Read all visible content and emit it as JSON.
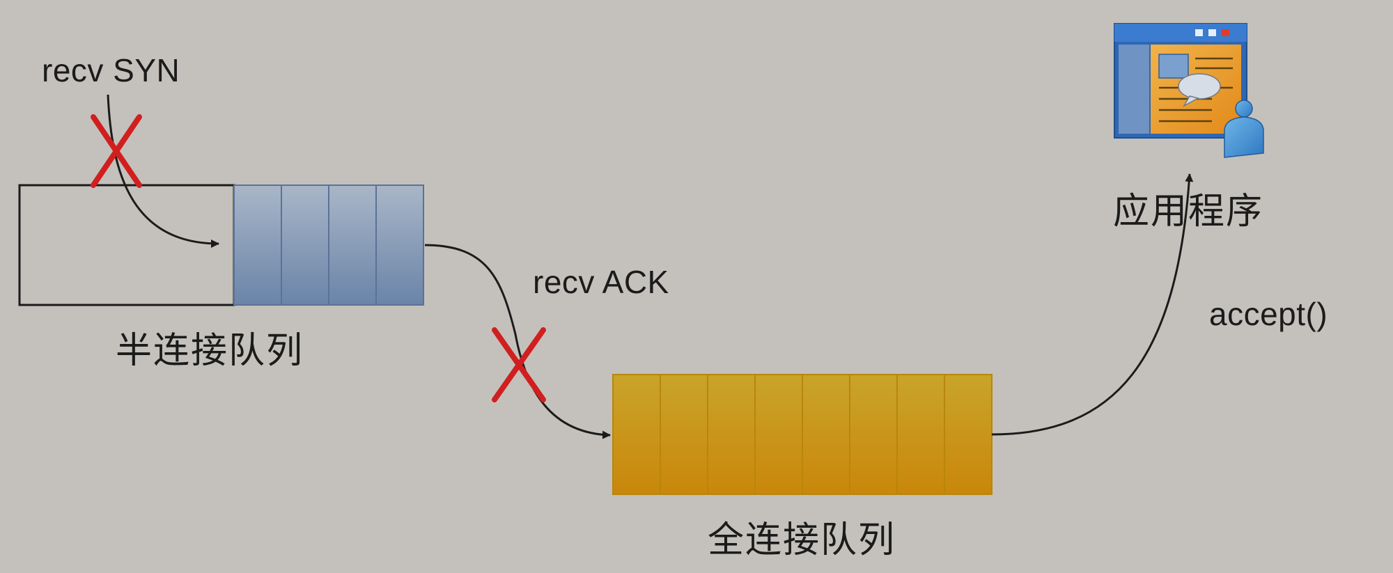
{
  "labels": {
    "recv_syn": "recv SYN",
    "recv_ack": "recv ACK",
    "half_queue": "半连接队列",
    "full_queue": "全连接队列",
    "application": "应用程序",
    "accept_call": "accept()"
  },
  "half_queue": {
    "filled_slots": 4,
    "fill_color": "#7b93b3",
    "border_color": "#5a7297"
  },
  "full_queue": {
    "filled_slots": 8,
    "fill_color": "#cf9d17",
    "border_color": "#b8860b"
  },
  "colors": {
    "background": "#c4c1bc",
    "reject_mark": "#d11f1f",
    "arrow": "#1b1b1b"
  },
  "icons": {
    "app": "application-window-icon",
    "reject": "x-mark-icon"
  }
}
